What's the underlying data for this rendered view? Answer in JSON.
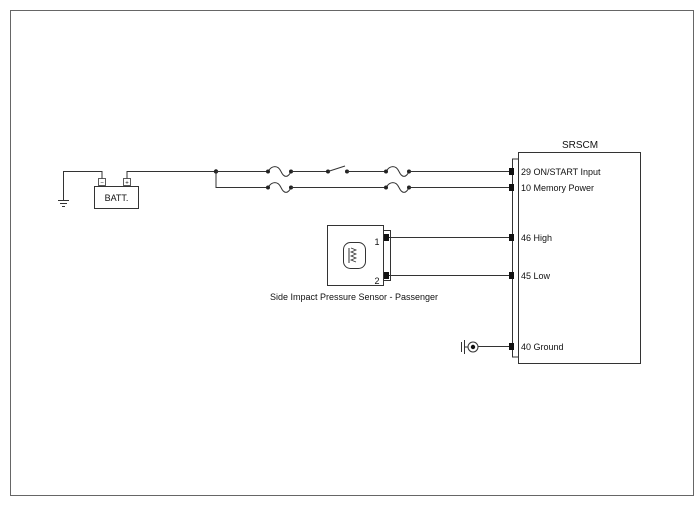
{
  "module": {
    "title": "SRSCM",
    "pins": [
      {
        "label": "29 ON/START Input"
      },
      {
        "label": "10 Memory Power"
      },
      {
        "label": "46 High"
      },
      {
        "label": "45 Low"
      },
      {
        "label": "40 Ground"
      }
    ]
  },
  "battery": {
    "label": "BATT.",
    "neg_symbol": "−",
    "pos_symbol": "+"
  },
  "sensor": {
    "caption": "Side Impact Pressure Sensor - Passenger",
    "pin1": "1",
    "pin2": "2"
  }
}
